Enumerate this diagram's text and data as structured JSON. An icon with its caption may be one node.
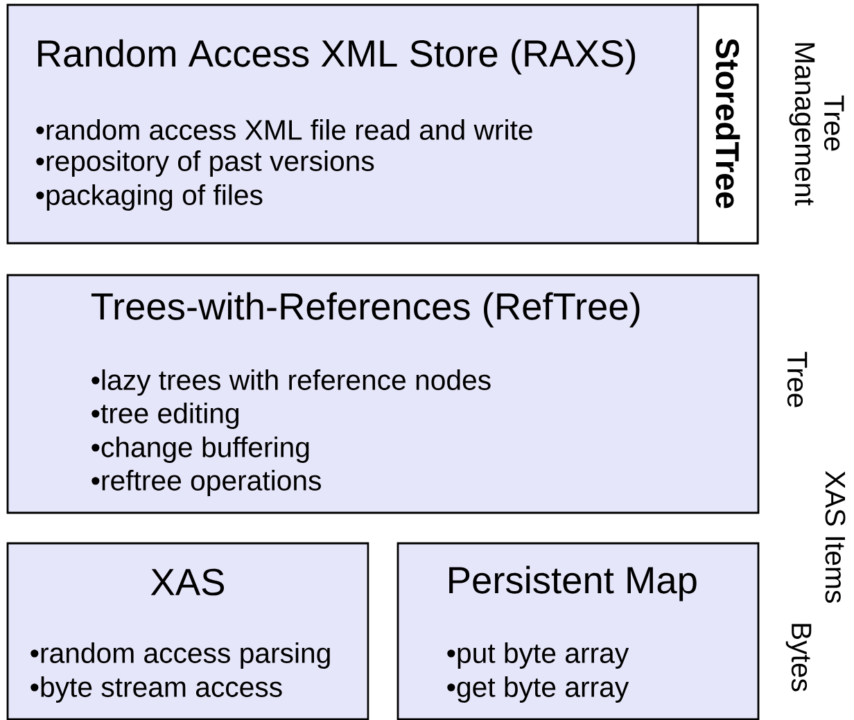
{
  "diagram": {
    "nodes": [
      {
        "text": [
          "Random Access XML Store (RAXS)",
          "•random access XML file read and write",
          "•repository of past versions",
          "•packaging of files"
        ]
      },
      {
        "text": [
          "StoredTree"
        ],
        "in": 0
      },
      {
        "text": [
          "Trees-with-References (RefTree)",
          "•lazy trees with reference nodes",
          "•tree editing",
          "•change buffering",
          "•reftree operations"
        ]
      },
      {
        "text": [
          "XAS",
          "•random access parsing",
          "•byte stream access"
        ]
      },
      {
        "text": [
          "Persistent Map",
          "•put byte array",
          "•get byte array"
        ]
      }
    ],
    "labels": [
      "Tree Management",
      "Tree",
      "XAS Items",
      "Bytes"
    ]
  }
}
